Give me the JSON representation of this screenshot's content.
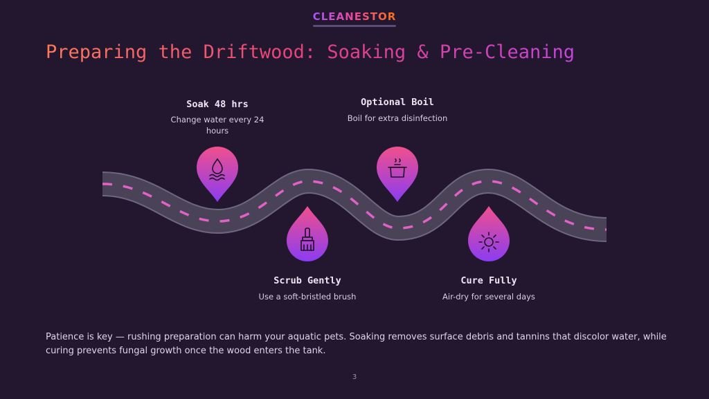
{
  "brand": {
    "name": "CLEANESTOR"
  },
  "title": "Preparing the Driftwood: Soaking & Pre-Cleaning",
  "steps": [
    {
      "title": "Soak 48 hrs",
      "desc": "Change water every 24 hours",
      "icon": "water-drop-icon"
    },
    {
      "title": "Scrub Gently",
      "desc": "Use a soft-bristled brush",
      "icon": "brush-icon"
    },
    {
      "title": "Optional Boil",
      "desc": "Boil for extra disinfection",
      "icon": "pot-icon"
    },
    {
      "title": "Cure Fully",
      "desc": "Air-dry for several days",
      "icon": "sun-icon"
    }
  ],
  "footer": "Patience is key — rushing preparation can harm your aquatic pets. Soaking removes surface debris and tannins that discolor water, while curing prevents fungal growth once the wood enters the tank.",
  "page_number": "3",
  "colors": {
    "background": "#22172f",
    "road": "#4a4256",
    "dash": "#e062c6",
    "pin_top": "#e64aa0",
    "pin_bottom": "#8a3cf0"
  }
}
